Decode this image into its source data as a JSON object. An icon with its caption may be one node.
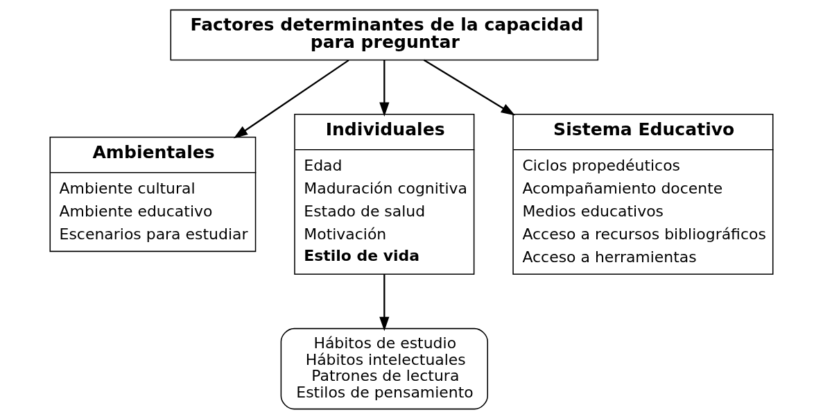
{
  "diagram": {
    "nodes": [
      {
        "text": [
          "Factores determinantes de la capacidad para preguntar"
        ]
      },
      {
        "text": [
          "Ambientales",
          "Ambiente cultural",
          "Ambiente educativo",
          "Escenarios para estudiar"
        ]
      },
      {
        "text": [
          "Individuales",
          "Edad",
          "Maduración cognitiva",
          "Estado de salud",
          "Motivación",
          "**Estilo de vida**"
        ]
      },
      {
        "text": [
          "Sistema Educativo",
          "Ciclos propedéuticos",
          "Acompañamiento docente",
          "Medios educativos",
          "Acceso a recursos bibliográficos",
          "Acceso a herramientas"
        ]
      },
      {
        "text": [
          "Hábitos de estudio",
          "Hábitos intelectuales",
          "Patrones de lectura",
          "Estilos de pensamiento"
        ]
      }
    ],
    "edges": [
      {
        "from": 0,
        "to": 1,
        "arrow": "to"
      },
      {
        "from": 0,
        "to": 2,
        "arrow": "to"
      },
      {
        "from": 0,
        "to": 3,
        "arrow": "to"
      },
      {
        "from": 2,
        "to": 4,
        "arrow": "to"
      }
    ]
  }
}
